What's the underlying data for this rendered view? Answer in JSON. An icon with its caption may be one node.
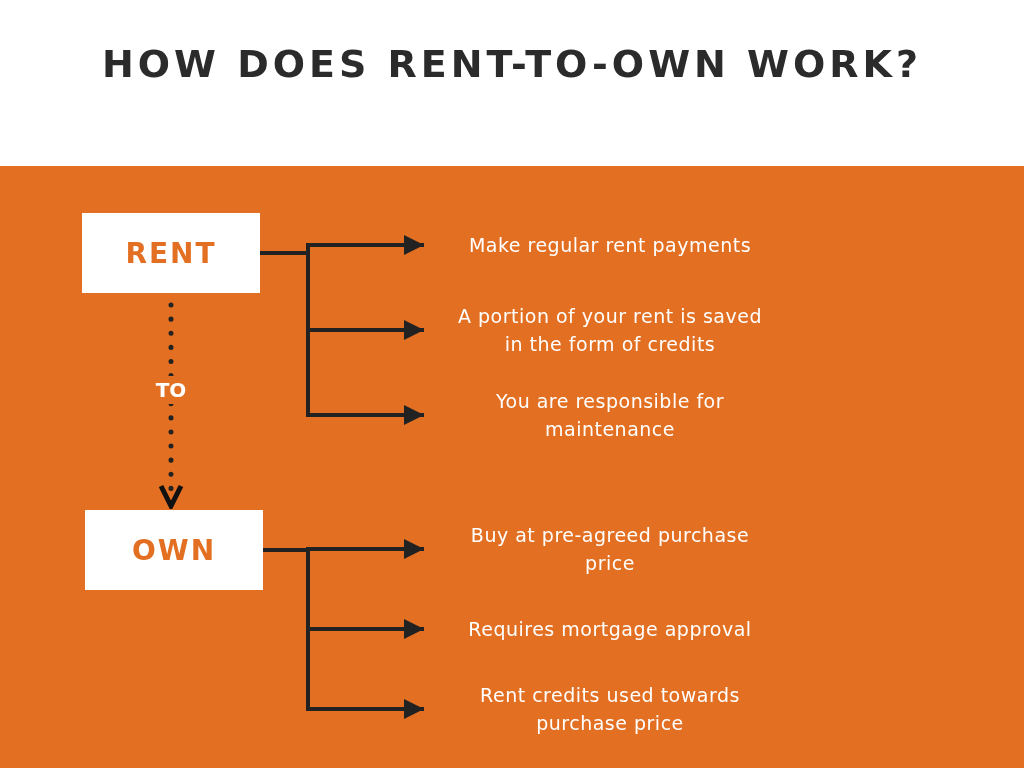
{
  "diagram": {
    "title": "HOW DOES RENT-TO-OWN WORK?",
    "nodes": [
      {
        "text": [
          "RENT"
        ]
      },
      {
        "text": [
          "OWN"
        ]
      },
      {
        "text": [
          "Make regular rent payments"
        ]
      },
      {
        "text": [
          "A portion of your rent is saved in the form of credits"
        ]
      },
      {
        "text": [
          "You are responsible for maintenance"
        ]
      },
      {
        "text": [
          "Buy at pre-agreed purchase price"
        ]
      },
      {
        "text": [
          "Requires mortgage approval"
        ]
      },
      {
        "text": [
          "Rent credits used towards purchase price"
        ]
      }
    ],
    "edges": [
      {
        "from": 0,
        "to": 1,
        "arrow": "to",
        "label": "TO",
        "style": "dashed"
      },
      {
        "from": 0,
        "to": 2,
        "arrow": "to"
      },
      {
        "from": 0,
        "to": 3,
        "arrow": "to"
      },
      {
        "from": 0,
        "to": 4,
        "arrow": "to"
      },
      {
        "from": 1,
        "to": 5,
        "arrow": "to"
      },
      {
        "from": 1,
        "to": 6,
        "arrow": "to"
      },
      {
        "from": 1,
        "to": 7,
        "arrow": "to"
      }
    ]
  }
}
